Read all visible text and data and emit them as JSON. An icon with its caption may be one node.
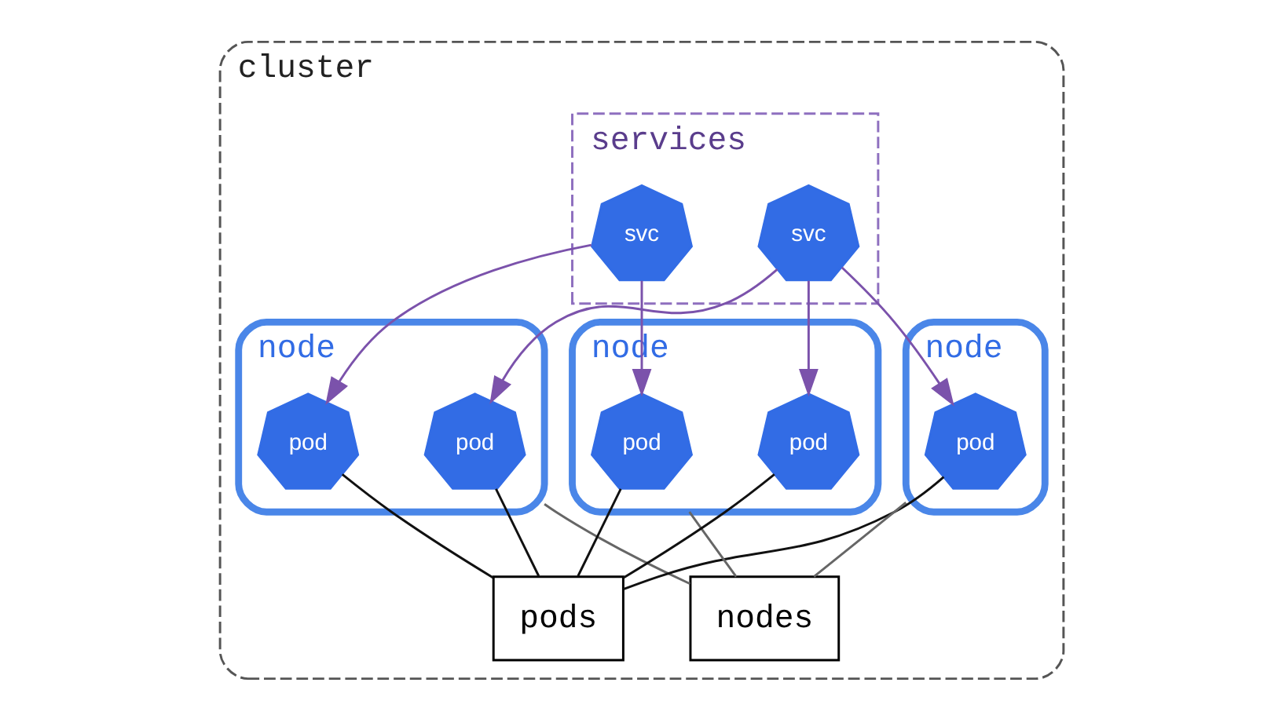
{
  "diagram": {
    "nodes": [
      {
        "text": [
          "cluster"
        ]
      },
      {
        "text": [
          "services"
        ],
        "in": 0
      },
      {
        "text": [
          "svc"
        ],
        "in": 1
      },
      {
        "text": [
          "svc"
        ],
        "in": 1
      },
      {
        "text": [
          "node"
        ],
        "in": 0
      },
      {
        "text": [
          "node"
        ],
        "in": 0
      },
      {
        "text": [
          "node"
        ],
        "in": 0
      },
      {
        "text": [
          "pod"
        ],
        "in": 4
      },
      {
        "text": [
          "pod"
        ],
        "in": 4
      },
      {
        "text": [
          "pod"
        ],
        "in": 5
      },
      {
        "text": [
          "pod"
        ],
        "in": 6
      },
      {
        "text": [
          "pod"
        ],
        "in": 6
      },
      {
        "text": [
          "pods"
        ],
        "in": 0
      },
      {
        "text": [
          "nodes"
        ],
        "in": 0
      }
    ],
    "edges": [
      {
        "from": 2,
        "to": 8,
        "arrow": "to",
        "color": "#7b52ab"
      },
      {
        "from": 2,
        "to": 10,
        "arrow": "to",
        "color": "#7b52ab"
      },
      {
        "from": 3,
        "to": 7,
        "arrow": "to",
        "color": "#7b52ab"
      },
      {
        "from": 3,
        "to": 9,
        "arrow": "to",
        "color": "#7b52ab"
      },
      {
        "from": 3,
        "to": 11,
        "arrow": "to",
        "color": "#7b52ab"
      },
      {
        "from": 7,
        "to": 12,
        "arrow": "none",
        "color": "#111111"
      },
      {
        "from": 8,
        "to": 12,
        "arrow": "none",
        "color": "#111111"
      },
      {
        "from": 9,
        "to": 12,
        "arrow": "none",
        "color": "#111111"
      },
      {
        "from": 10,
        "to": 12,
        "arrow": "none",
        "color": "#111111"
      },
      {
        "from": 11,
        "to": 12,
        "arrow": "none",
        "color": "#111111"
      },
      {
        "from": 4,
        "to": 13,
        "arrow": "none",
        "color": "#666666"
      },
      {
        "from": 5,
        "to": 13,
        "arrow": "none",
        "color": "#666666"
      },
      {
        "from": 6,
        "to": 13,
        "arrow": "none",
        "color": "#666666"
      }
    ]
  }
}
